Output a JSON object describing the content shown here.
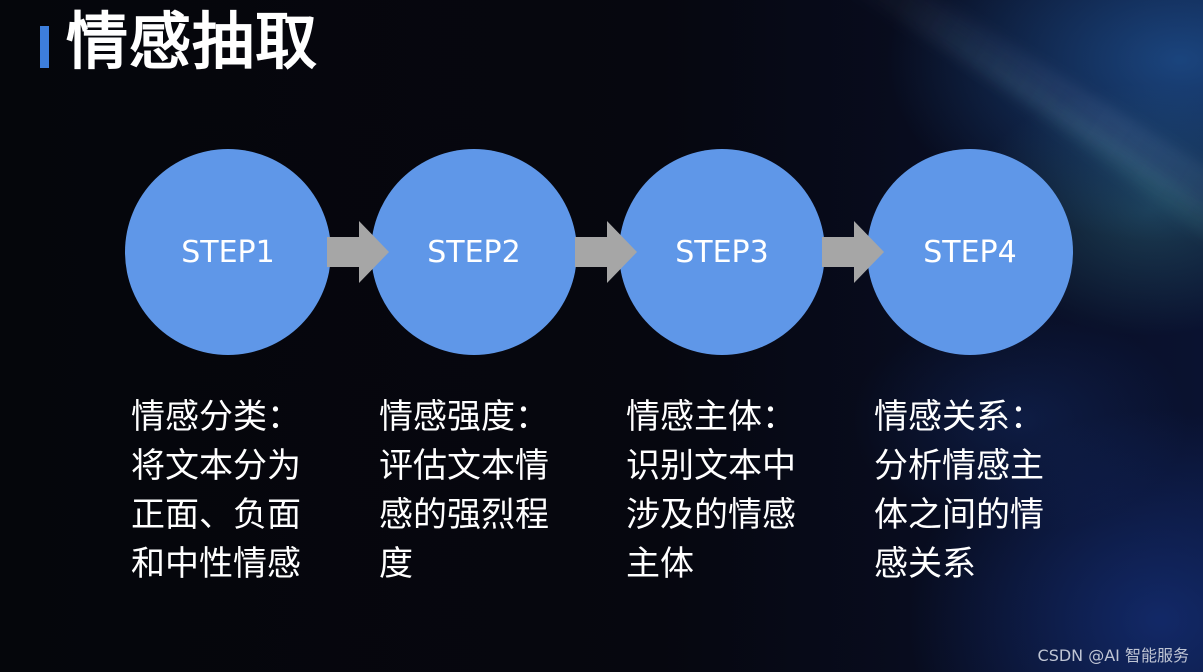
{
  "slide": {
    "title": "情感抽取"
  },
  "steps": [
    {
      "label": "STEP1",
      "description": "情感分类：\n将文本分为\n正面、负面\n和中性情感"
    },
    {
      "label": "STEP2",
      "description": "情感强度：\n评估文本情\n感的强烈程\n度"
    },
    {
      "label": "STEP3",
      "description": "情感主体：\n识别文本中\n涉及的情感\n主体"
    },
    {
      "label": "STEP4",
      "description": "情感关系：\n分析情感主\n体之间的情\n感关系"
    }
  ],
  "watermark": "CSDN @AI 智能服务",
  "colors": {
    "circle": "#5f97e8",
    "arrow": "#a6a6a6",
    "title_accent": "#3d7edc",
    "text": "#ffffff"
  },
  "icons": {
    "arrow": "right-arrow-icon"
  }
}
